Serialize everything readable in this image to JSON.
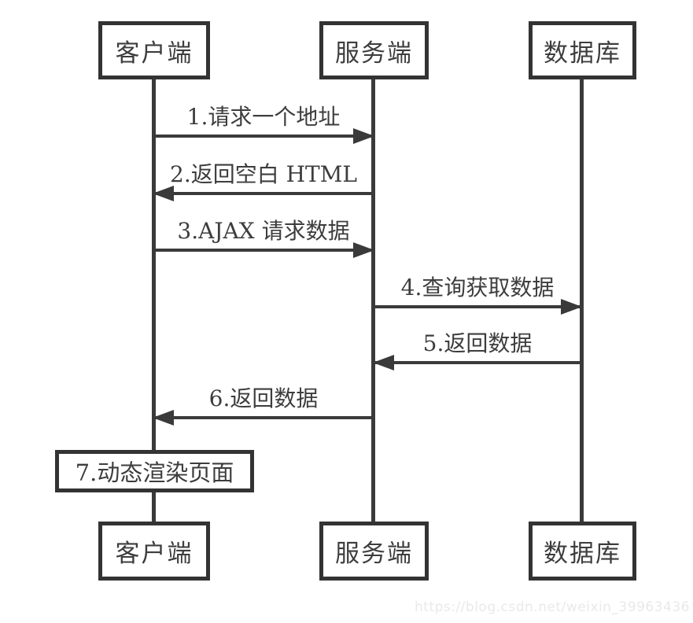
{
  "diagram": {
    "title": "client-server-database ajax sequence diagram",
    "actors_top": [
      {
        "label": "客户端"
      },
      {
        "label": "服务端"
      },
      {
        "label": "数据库"
      }
    ],
    "actors_bottom": [
      {
        "label": "客户端"
      },
      {
        "label": "服务端"
      },
      {
        "label": "数据库"
      }
    ],
    "messages": [
      {
        "label": "1.请求一个地址",
        "from": "客户端",
        "to": "服务端",
        "direction": "right"
      },
      {
        "label": "2.返回空白 HTML",
        "from": "服务端",
        "to": "客户端",
        "direction": "left"
      },
      {
        "label": "3.AJAX 请求数据",
        "from": "客户端",
        "to": "服务端",
        "direction": "right"
      },
      {
        "label": "4.查询获取数据",
        "from": "服务端",
        "to": "数据库",
        "direction": "right"
      },
      {
        "label": "5.返回数据",
        "from": "数据库",
        "to": "服务端",
        "direction": "left"
      },
      {
        "label": "6.返回数据",
        "from": "服务端",
        "to": "客户端",
        "direction": "left"
      }
    ],
    "self_action": {
      "label": "7.动态渲染页面",
      "actor": "客户端"
    },
    "watermark": "https://blog.csdn.net/weixin_39963436",
    "colors": {
      "line": "#3a3a3a",
      "border": "#333333",
      "text": "#3d3d3d",
      "watermark": "#e9e9e9",
      "background": "#ffffff"
    }
  }
}
